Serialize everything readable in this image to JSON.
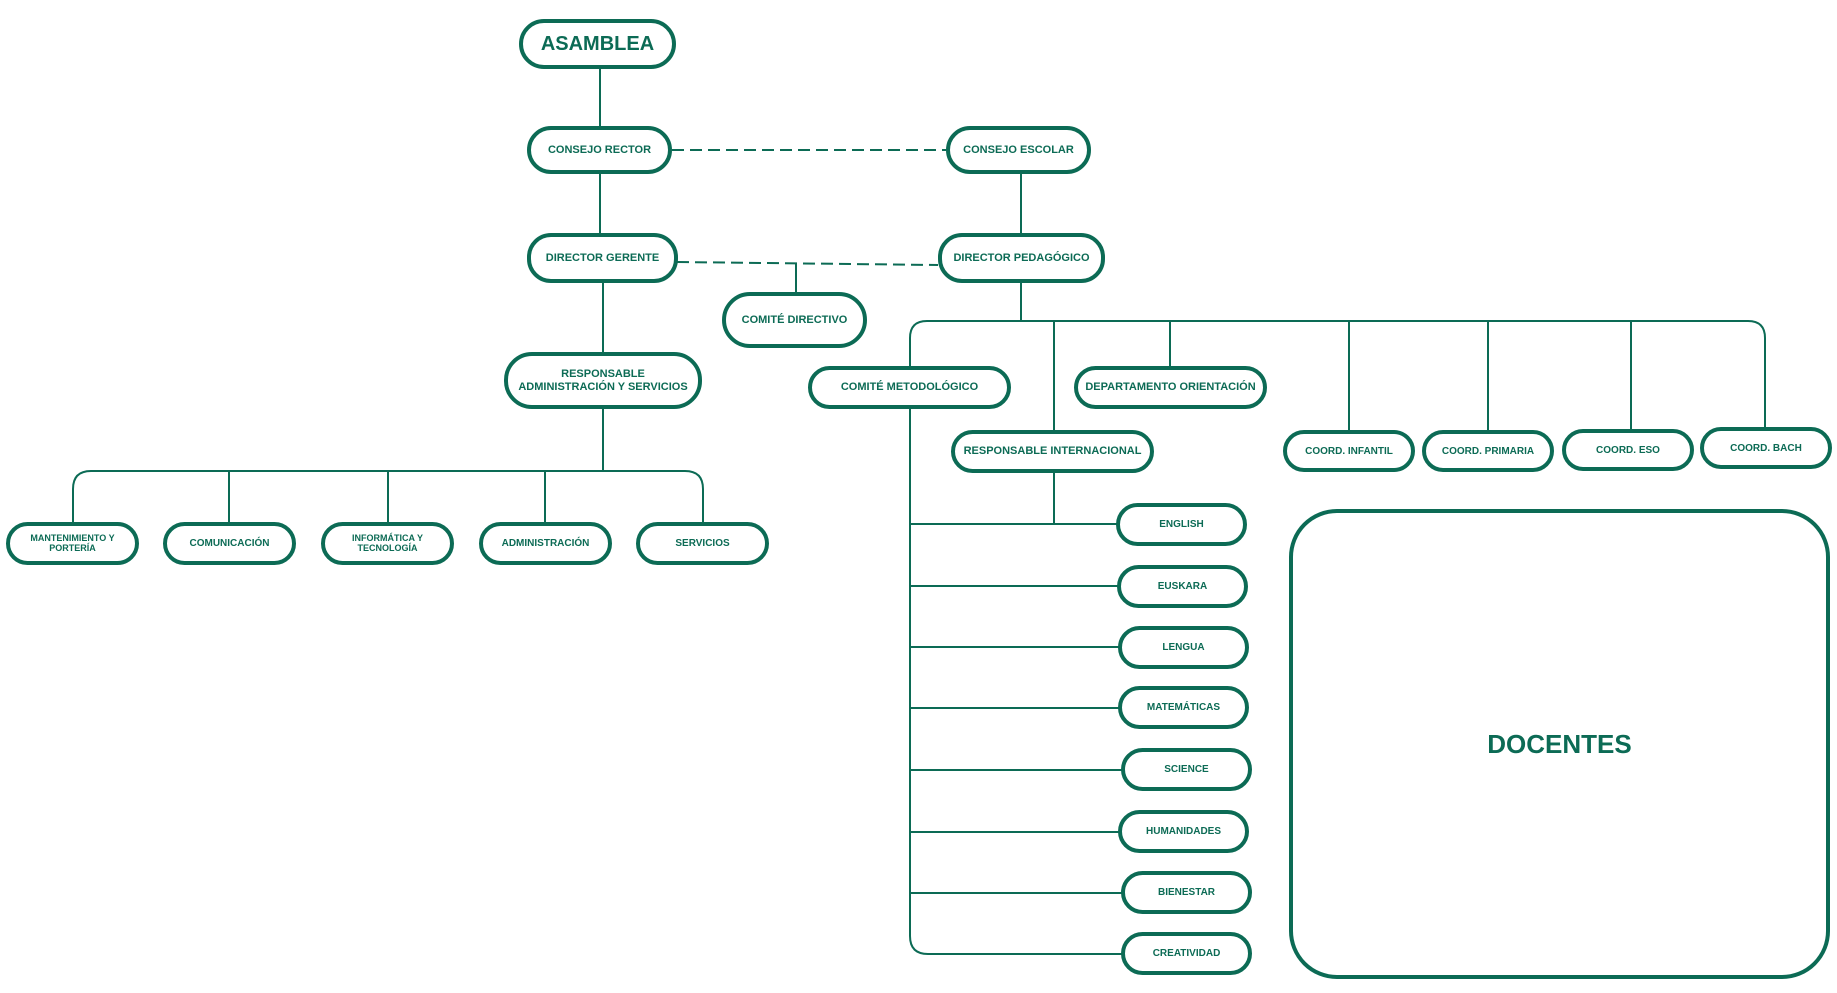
{
  "colors": {
    "stroke": "#0c6b55",
    "background": "#ffffff"
  },
  "nodes": {
    "asamblea": "ASAMBLEA",
    "consejo_rector": "CONSEJO RECTOR",
    "consejo_escolar": "CONSEJO ESCOLAR",
    "director_gerente": "DIRECTOR GERENTE",
    "director_pedagogico": "DIRECTOR PEDAGÓGICO",
    "comite_directivo": "COMITÉ DIRECTIVO",
    "responsable_admin": "RESPONSABLE ADMINISTRACIÓN Y SERVICIOS",
    "mantenimiento": "MANTENIMIENTO Y PORTERÍA",
    "comunicacion": "COMUNICACIÓN",
    "informatica": "INFORMÁTICA Y TECNOLOGÍA",
    "administracion": "ADMINISTRACIÓN",
    "servicios": "SERVICIOS",
    "comite_metodologico": "COMITÉ METODOLÓGICO",
    "departamento_orientacion": "DEPARTAMENTO ORIENTACIÓN",
    "responsable_internacional": "RESPONSABLE INTERNACIONAL",
    "coord_infantil": "COORD. INFANTIL",
    "coord_primaria": "COORD. PRIMARIA",
    "coord_eso": "COORD. ESO",
    "coord_bach": "COORD. BACH",
    "english": "ENGLISH",
    "euskara": "EUSKARA",
    "lengua": "LENGUA",
    "matematicas": "MATEMÁTICAS",
    "science": "SCIENCE",
    "humanidades": "HUMANIDADES",
    "bienestar": "BIENESTAR",
    "creatividad": "CREATIVIDAD",
    "docentes": "DOCENTES"
  }
}
